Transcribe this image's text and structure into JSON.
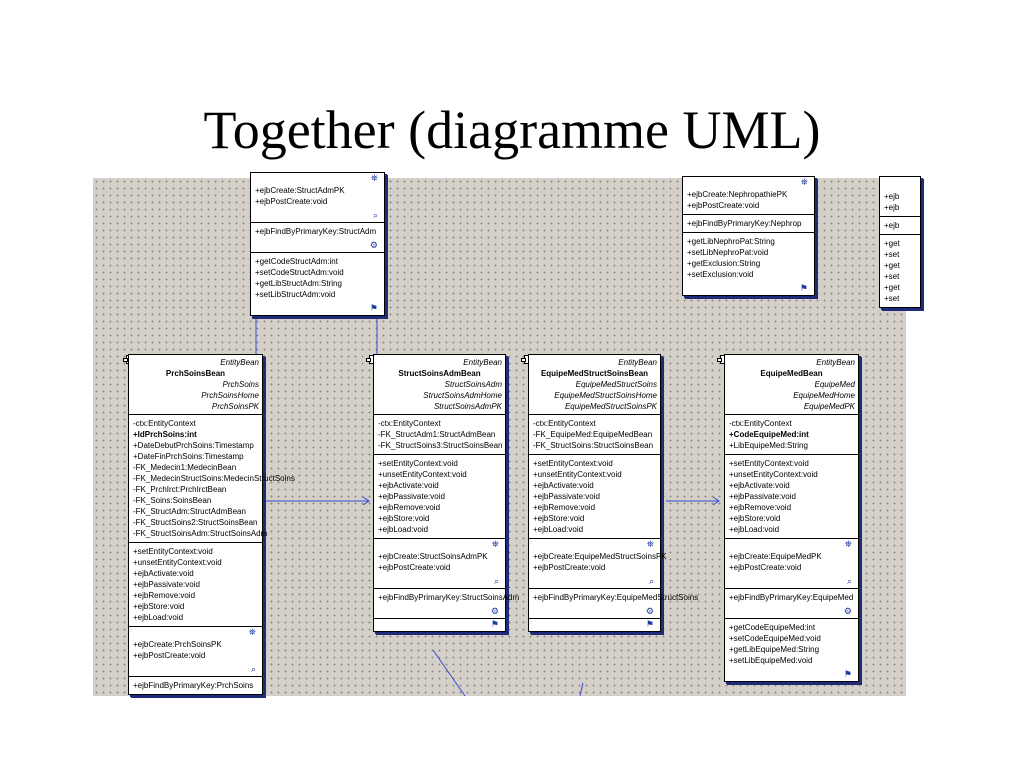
{
  "title": "Together (diagramme UML)",
  "classes": {
    "structadm_top": {
      "ops1": [
        "+ejbCreate:StructAdmPK",
        "+ejbPostCreate:void"
      ],
      "ops2": [
        "+ejbFindByPrimaryKey:StructAdm"
      ],
      "ops3": [
        "+getCodeStructAdm:int",
        "+setCodeStructAdm:void",
        "+getLibStructAdm:String",
        "+setLibStructAdm:void"
      ]
    },
    "nephro_top": {
      "ops1": [
        "+ejbCreate:NephropathiePK",
        "+ejbPostCreate:void"
      ],
      "ops2": [
        "+ejbFindByPrimaryKey:Nephrop"
      ],
      "ops3": [
        "+getLibNephroPat:String",
        "+setLibNephroPat:void",
        "+getExclusion:String",
        "+setExclusion:void"
      ]
    },
    "right_partial": {
      "ops1": [
        "+ejb",
        "+ejb"
      ],
      "ops2": [
        "+ejb"
      ],
      "ops3": [
        "+get",
        "+set",
        "+get",
        "+set",
        "+get",
        "+set"
      ]
    },
    "prch": {
      "stereotype": "EntityBean",
      "name": "PrchSoinsBean",
      "interfaces": [
        "PrchSoins",
        "PrchSoinsHome",
        "PrchSoinsPK"
      ],
      "attrs": [
        "-ctx:EntityContext",
        "+IdPrchSoins:int",
        "+DateDebutPrchSoins:Timestamp",
        "+DateFinPrchSoins:Timestamp",
        "-FK_Medecin1:MedecinBean",
        "-FK_MedecinStructSoins:MedecinStructSoins",
        "-FK_PrchIrct:PrchIrctBean",
        "-FK_Soins:SoinsBean",
        "-FK_StructAdm:StructAdmBean",
        "-FK_StructSoins2:StructSoinsBean",
        "-FK_StructSoinsAdm:StructSoinsAdm"
      ],
      "ops1": [
        "+setEntityContext:void",
        "+unsetEntityContext:void",
        "+ejbActivate:void",
        "+ejbPassivate:void",
        "+ejbRemove:void",
        "+ejbStore:void",
        "+ejbLoad:void"
      ],
      "ops2": [
        "+ejbCreate:PrchSoinsPK",
        "+ejbPostCreate:void"
      ],
      "ops3": [
        "+ejbFindByPrimaryKey:PrchSoins"
      ]
    },
    "structsoinsadm": {
      "stereotype": "EntityBean",
      "name": "StructSoinsAdmBean",
      "interfaces": [
        "StructSoinsAdm",
        "StructSoinsAdmHome",
        "StructSoinsAdmPK"
      ],
      "attrs": [
        "-ctx:EntityContext",
        "-FK_StructAdm1:StructAdmBean",
        "-FK_StructSoins3:StructSoinsBean"
      ],
      "ops1": [
        "+setEntityContext:void",
        "+unsetEntityContext:void",
        "+ejbActivate:void",
        "+ejbPassivate:void",
        "+ejbRemove:void",
        "+ejbStore:void",
        "+ejbLoad:void"
      ],
      "ops2": [
        "+ejbCreate:StructSoinsAdmPK",
        "+ejbPostCreate:void"
      ],
      "ops3": [
        "+ejbFindByPrimaryKey:StructSoinsAdm"
      ]
    },
    "equipemedstructsoins": {
      "stereotype": "EntityBean",
      "name": "EquipeMedStructSoinsBean",
      "interfaces": [
        "EquipeMedStructSoins",
        "EquipeMedStructSoinsHome",
        "EquipeMedStructSoinsPK"
      ],
      "attrs": [
        "-ctx:EntityContext",
        "-FK_EquipeMed:EquipeMedBean",
        "-FK_StructSoins:StructSoinsBean"
      ],
      "ops1": [
        "+setEntityContext:void",
        "+unsetEntityContext:void",
        "+ejbActivate:void",
        "+ejbPassivate:void",
        "+ejbRemove:void",
        "+ejbStore:void",
        "+ejbLoad:void"
      ],
      "ops2": [
        "+ejbCreate:EquipeMedStructSoinsPK",
        "+ejbPostCreate:void"
      ],
      "ops3": [
        "+ejbFindByPrimaryKey:EquipeMedStructSoins"
      ]
    },
    "equipemed": {
      "stereotype": "EntityBean",
      "name": "EquipeMedBean",
      "interfaces": [
        "EquipeMed",
        "EquipeMedHome",
        "EquipeMedPK"
      ],
      "attrs": [
        "-ctx:EntityContext",
        "+CodeEquipeMed:int",
        "+LibEquipeMed:String"
      ],
      "ops1": [
        "+setEntityContext:void",
        "+unsetEntityContext:void",
        "+ejbActivate:void",
        "+ejbPassivate:void",
        "+ejbRemove:void",
        "+ejbStore:void",
        "+ejbLoad:void"
      ],
      "ops2": [
        "+ejbCreate:EquipeMedPK",
        "+ejbPostCreate:void"
      ],
      "ops3": [
        "+ejbFindByPrimaryKey:EquipeMed"
      ],
      "ops4": [
        "+getCodeEquipeMed:int",
        "+setCodeEquipeMed:void",
        "+getLibEquipeMed:String",
        "+setLibEquipeMed:void"
      ]
    }
  }
}
